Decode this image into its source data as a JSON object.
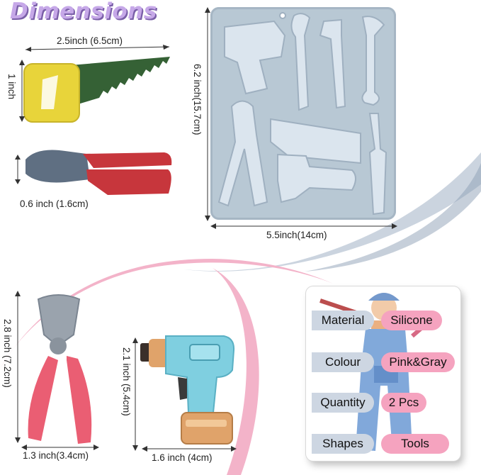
{
  "title": "Dimensions",
  "dims": {
    "saw_width": "2.5inch (6.5cm)",
    "saw_height": "1 inch",
    "pliers_small_height": "0.6 inch (1.6cm)",
    "mold_height": "6.2 inch(15.7cm)",
    "mold_width": "5.5inch(14cm)",
    "pliers_height": "2.8 inch (7.2cm)",
    "pliers_width": "1.3 inch(3.4cm)",
    "drill_height": "2.1 inch (5.4cm)",
    "drill_width": "1.6 inch (4cm)"
  },
  "specs": [
    {
      "label": "Material",
      "value": "Silicone"
    },
    {
      "label": "Colour",
      "value": "Pink&Gray"
    },
    {
      "label": "Quantity",
      "value": "2 Pcs"
    },
    {
      "label": "Shapes",
      "value": "Tools"
    }
  ],
  "colors": {
    "mold": "#b8c8d4",
    "pink": "#f5a3bf",
    "gray": "#cdd6e2",
    "saw_blade": "#356135",
    "saw_handle": "#e8d43a",
    "pliers_red": "#c7363c",
    "pliers_gray": "#5f6f82",
    "drill_blue": "#7fcfe0",
    "drill_orange": "#e0a36a"
  }
}
